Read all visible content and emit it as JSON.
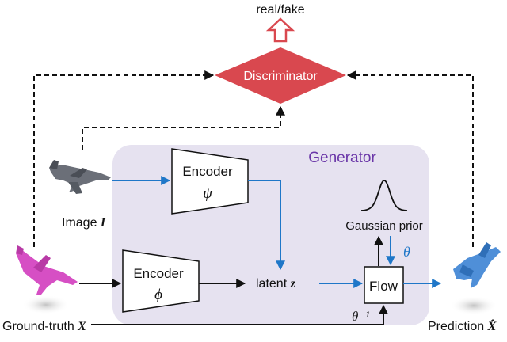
{
  "diagram": {
    "top_label": "real/fake",
    "discriminator_label": "Discriminator",
    "generator_label": "Generator",
    "encoder_psi": {
      "title": "Encoder",
      "symbol": "ψ"
    },
    "encoder_phi": {
      "title": "Encoder",
      "symbol": "ϕ"
    },
    "gaussian_prior_label": "Gaussian prior",
    "theta_label": "θ",
    "theta_inverse_label": "θ⁻¹",
    "latent_label": "latent",
    "latent_symbol": "z",
    "flow_label": "Flow",
    "image_label": "Image",
    "image_symbol": "I",
    "ground_truth_label": "Ground-truth",
    "ground_truth_symbol": "X",
    "prediction_label": "Prediction",
    "prediction_symbol": "X̂"
  },
  "colors": {
    "discriminator_fill": "#d9484f",
    "generator_bg": "#e6e2f0",
    "generator_title": "#6a36a8",
    "blue_arrow": "#1f77c8",
    "black_arrow": "#111111",
    "gt_plane": "#d64fc4",
    "pred_plane": "#4f8fd8",
    "image_plane": "#6b6f78"
  }
}
